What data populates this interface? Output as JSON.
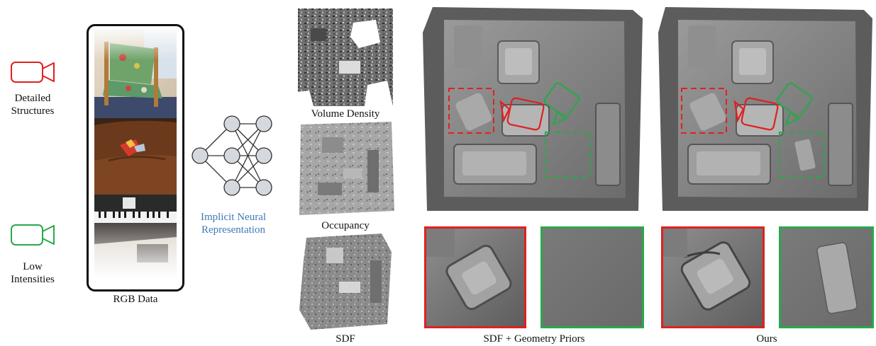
{
  "cameras": {
    "detailed_label_1": "Detailed",
    "detailed_label_2": "Structures",
    "low_label_1": "Low",
    "low_label_2": "Intensities",
    "detailed_color": "#e02020",
    "low_color": "#2aa84a"
  },
  "rgb": {
    "caption": "RGB Data"
  },
  "network": {
    "caption_1": "Implicit Neural",
    "caption_2": "Representation",
    "caption_color": "#3d7ab5"
  },
  "representations": {
    "volume_density": "Volume Density",
    "occupancy": "Occupancy",
    "sdf": "SDF"
  },
  "results": {
    "baseline_caption": "SDF + Geometry Priors",
    "ours_caption": "Ours",
    "highlight_red": "#e02020",
    "highlight_green": "#2aa84a"
  }
}
